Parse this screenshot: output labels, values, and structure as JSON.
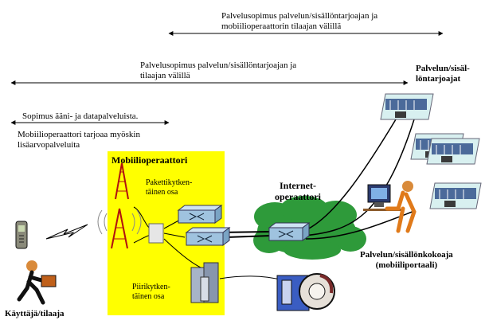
{
  "arrows": {
    "top": "Palvelusopimus palvelun/sisällöntarjoajan ja\nmobiilioperaattorin tilaajan välillä",
    "middle": "Palvelusopimus palvelun/sisällöntarjoajan ja\ntilaajan välillä",
    "left": "Sopimus ääni- ja datapalveluista."
  },
  "notes": {
    "value_added": "Mobiilioperaattori tarjoaa myöskin\nlisäarvopalveluita"
  },
  "operator": {
    "title": "Mobiilioperaattori",
    "packet_label": "Pakettikytken-\ntäinen osa",
    "circuit_label": "Piirikytken-\ntäinen osa"
  },
  "internet": {
    "label": "Internet-\noperaattori"
  },
  "providers": {
    "label": "Palvelun/sisäl-\nlöntarjoajat"
  },
  "aggregator": {
    "label": "Palvelun/sisällönkokoaja\n(mobiiliportaali)"
  },
  "user": {
    "label": "Käyttäjä/tilaaja"
  },
  "colors": {
    "operator_area": "#ffff00",
    "cloud": "#2e9a3a",
    "switch": "#9fc3df",
    "server": "#a7b4c7",
    "building": "#d8f0f0"
  }
}
